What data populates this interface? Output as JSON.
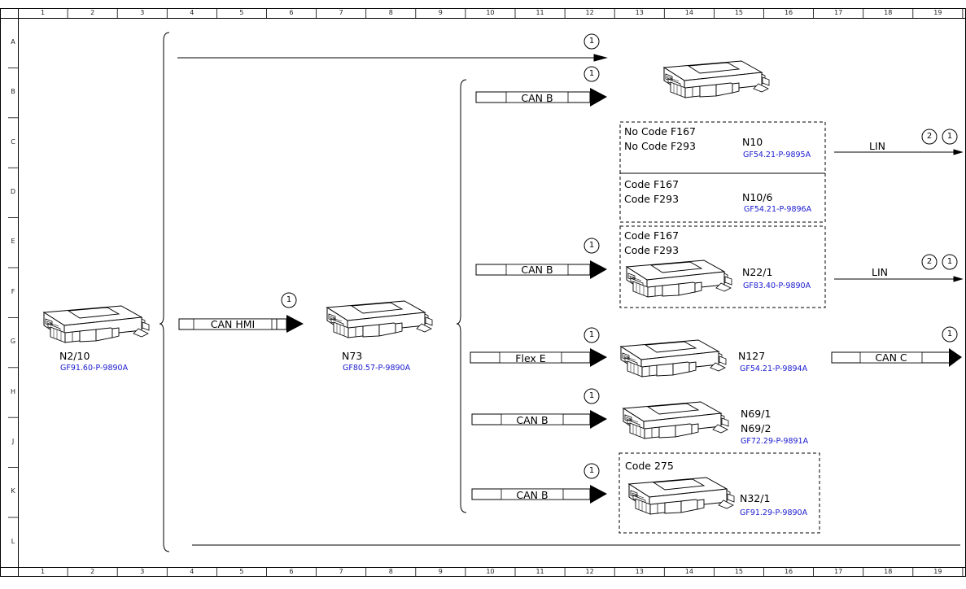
{
  "frame": {
    "columns": [
      "1",
      "2",
      "3",
      "4",
      "5",
      "6",
      "7",
      "8",
      "9",
      "10",
      "11",
      "12",
      "13",
      "14",
      "15",
      "16",
      "17",
      "18",
      "19"
    ],
    "rows": [
      "A",
      "B",
      "C",
      "D",
      "E",
      "F",
      "G",
      "H",
      "J",
      "K",
      "L"
    ]
  },
  "modules": {
    "n2_10": {
      "name": "N2/10",
      "doc": "GF91.60-P-9890A"
    },
    "n73": {
      "name": "N73",
      "doc": "GF80.57-P-9890A"
    },
    "n10": {
      "name": "N10",
      "doc": "GF54.21-P-9895A",
      "codes": [
        "No Code F167",
        "No Code F293"
      ]
    },
    "n10_6": {
      "name": "N10/6",
      "doc": "GF54.21-P-9896A",
      "codes": [
        "Code F167",
        "Code F293"
      ]
    },
    "n22_1": {
      "name": "N22/1",
      "doc": "GF83.40-P-9890A",
      "codes": [
        "Code F167",
        "Code F293"
      ]
    },
    "n127": {
      "name": "N127",
      "doc": "GF54.21-P-9894A"
    },
    "n69": {
      "names": [
        "N69/1",
        "N69/2"
      ],
      "doc": "GF72.29-P-9891A"
    },
    "n32_1": {
      "name": "N32/1",
      "doc": "GF91.29-P-9890A",
      "codes": [
        "Code 275"
      ]
    }
  },
  "buses": {
    "can_hmi": "CAN HMI",
    "can_b": "CAN B",
    "flex_e": "Flex E",
    "can_c": "CAN C",
    "lin": "LIN"
  },
  "markers": {
    "one": "1",
    "two": "2"
  }
}
